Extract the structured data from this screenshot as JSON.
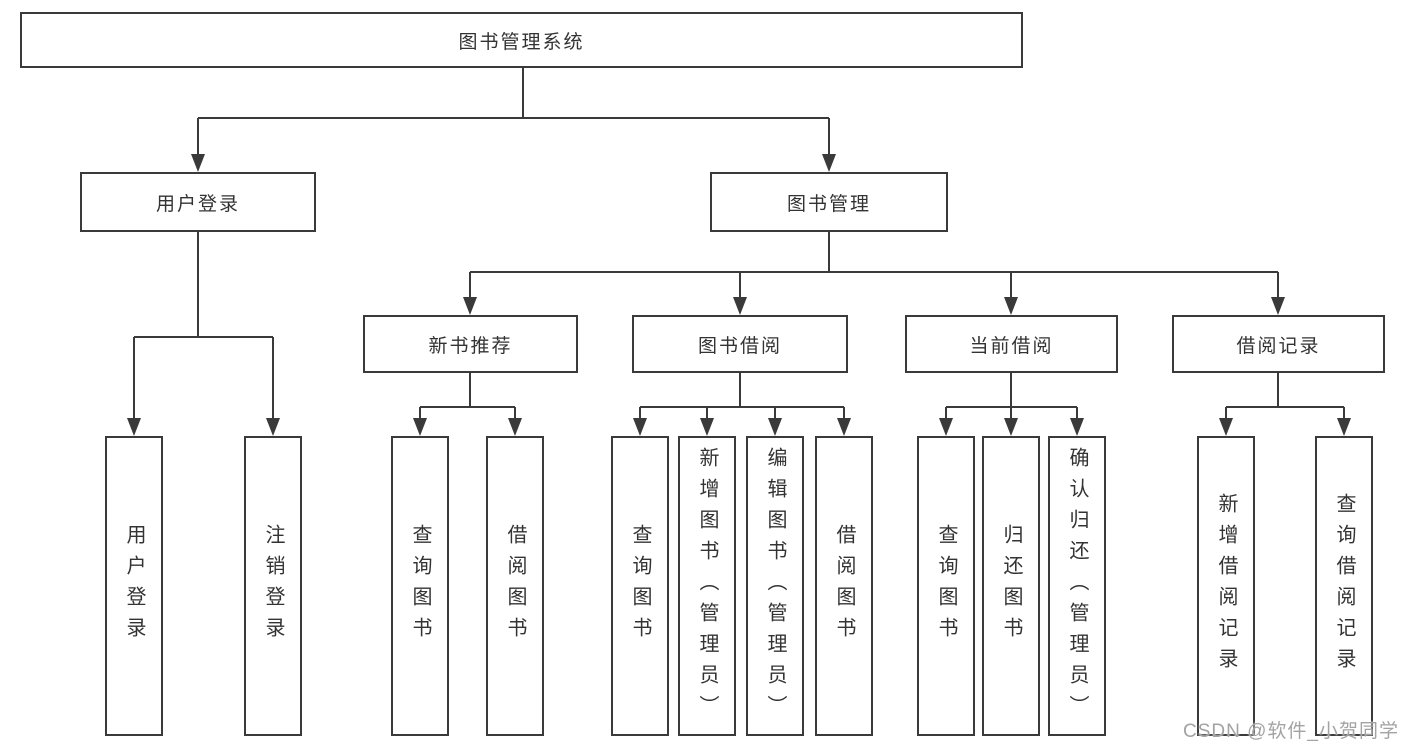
{
  "tree": {
    "root": {
      "label": "图书管理系统"
    },
    "branches": [
      {
        "label": "用户登录",
        "children": [
          {
            "label": "用户登录"
          },
          {
            "label": "注销登录"
          }
        ]
      },
      {
        "label": "图书管理",
        "children": [
          {
            "label": "新书推荐",
            "children": [
              {
                "label": "查询图书"
              },
              {
                "label": "借阅图书"
              }
            ]
          },
          {
            "label": "图书借阅",
            "children": [
              {
                "label": "查询图书"
              },
              {
                "label": "新增图书（管理员）"
              },
              {
                "label": "编辑图书（管理员）"
              },
              {
                "label": "借阅图书"
              }
            ]
          },
          {
            "label": "当前借阅",
            "children": [
              {
                "label": "查询图书"
              },
              {
                "label": "归还图书"
              },
              {
                "label": "确认归还（管理员）"
              }
            ]
          },
          {
            "label": "借阅记录",
            "children": [
              {
                "label": "新增借阅记录"
              },
              {
                "label": "查询借阅记录"
              }
            ]
          }
        ]
      }
    ]
  },
  "watermark": "CSDN @软件_小贺同学",
  "colors": {
    "line": "#3a3a3a",
    "text": "#333333",
    "box_background": "#ffffff",
    "watermark": "#a3a3a3"
  }
}
